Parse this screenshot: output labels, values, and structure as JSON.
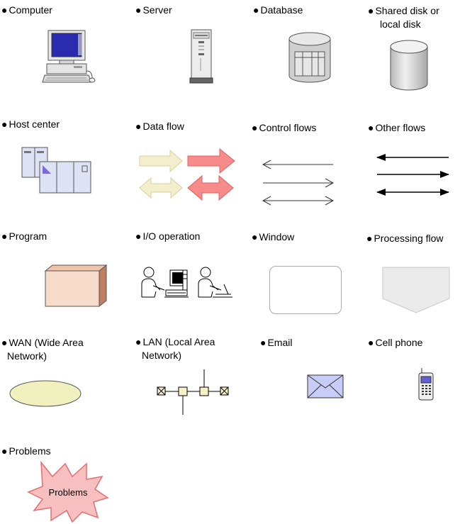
{
  "bullet": "●",
  "legend": {
    "computer": "Computer",
    "server": "Server",
    "database": "Database",
    "shared_disk": [
      "Shared disk or",
      "local disk"
    ],
    "host_center": "Host center",
    "data_flow": "Data flow",
    "control_flows": "Control flows",
    "other_flows": "Other flows",
    "program": "Program",
    "io_operation": "I/O operation",
    "window": "Window",
    "processing_flow": "Processing flow",
    "wan": [
      "WAN (Wide Area",
      "Network)"
    ],
    "lan": [
      "LAN (Local Area",
      "Network)"
    ],
    "email": "Email",
    "cell_phone": "Cell phone",
    "problems": "Problems",
    "problems_burst_text": "Problems"
  },
  "icons": [
    "computer-icon",
    "server-icon",
    "database-icon",
    "shared-disk-icon",
    "host-center-icon",
    "data-flow-arrows",
    "control-flow-arrows",
    "other-flow-arrows",
    "program-icon",
    "io-operation-icon",
    "window-icon",
    "processing-flow-icon",
    "wan-icon",
    "lan-icon",
    "email-icon",
    "cell-phone-icon",
    "problems-burst-icon"
  ],
  "colors": {
    "data_flow_light": "#f5f0c8",
    "data_flow_red": "#f78a8a",
    "program_box": "#f8dccb",
    "program_side": "#c08060",
    "wan_fill": "#f1f1c0",
    "problems_fill": "#f7bfbf",
    "lan_node": "#f6f1c6",
    "email_fill": "#c7cdf7",
    "screen_blue": "#2b2bb0"
  }
}
